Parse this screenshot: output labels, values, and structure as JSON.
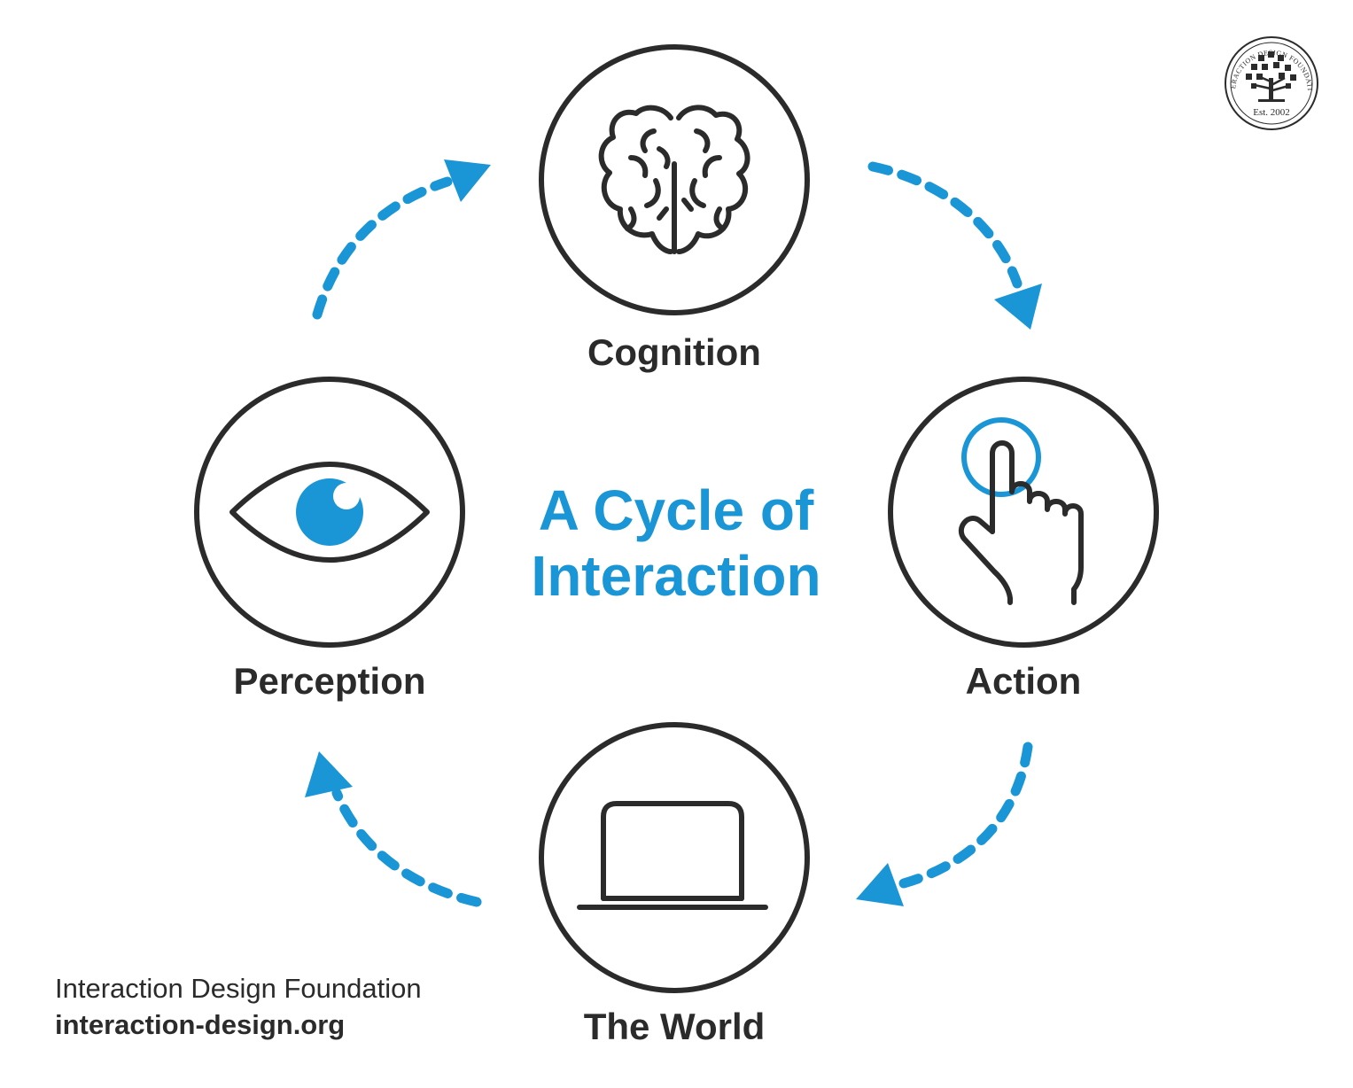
{
  "title": {
    "line1": "A Cycle of",
    "line2": "Interaction"
  },
  "nodes": {
    "cognition": {
      "label": "Cognition",
      "icon": "brain-icon"
    },
    "action": {
      "label": "Action",
      "icon": "pointing-hand-icon"
    },
    "world": {
      "label": "The World",
      "icon": "laptop-icon"
    },
    "perception": {
      "label": "Perception",
      "icon": "eye-icon"
    }
  },
  "footer": {
    "organization": "Interaction Design Foundation",
    "website": "interaction-design.org"
  },
  "seal": {
    "text": "INTERACTION DESIGN FOUNDATION",
    "established": "Est. 2002"
  },
  "colors": {
    "accent": "#1a95d6",
    "stroke": "#2b2b2b",
    "background": "#ffffff"
  }
}
